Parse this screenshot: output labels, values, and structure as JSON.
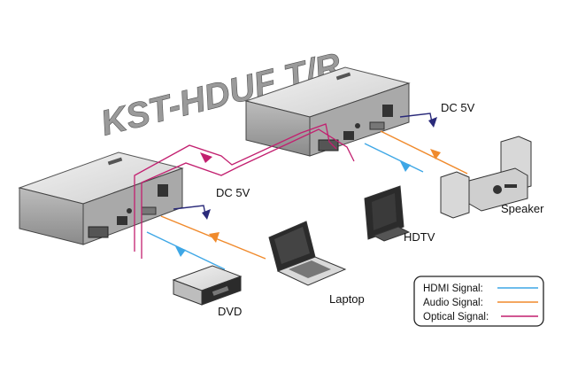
{
  "title": "KST-HDUF T/R",
  "labels": {
    "dc_top": "DC  5V",
    "dc_bottom": "DC  5V",
    "speaker": "Speaker",
    "hdtv": "HDTV",
    "laptop": "Laptop",
    "dvd": "DVD"
  },
  "legend": [
    {
      "label": "HDMI Signal:",
      "color": "#3ea7e6"
    },
    {
      "label": "Audio Signal:",
      "color": "#f08a2c"
    },
    {
      "label": "Optical Signal:",
      "color": "#c21f6f"
    }
  ],
  "colors": {
    "hdmi": "#3ea7e6",
    "audio": "#f08a2c",
    "optical": "#c21f6f",
    "power": "#2a2a7a",
    "device": "#d9d9d9",
    "device_dark": "#2b2b2b"
  },
  "icons": [
    "extender-receiver-icon",
    "extender-transmitter-icon",
    "speaker-icon",
    "hdtv-icon",
    "laptop-icon",
    "dvd-player-icon"
  ]
}
